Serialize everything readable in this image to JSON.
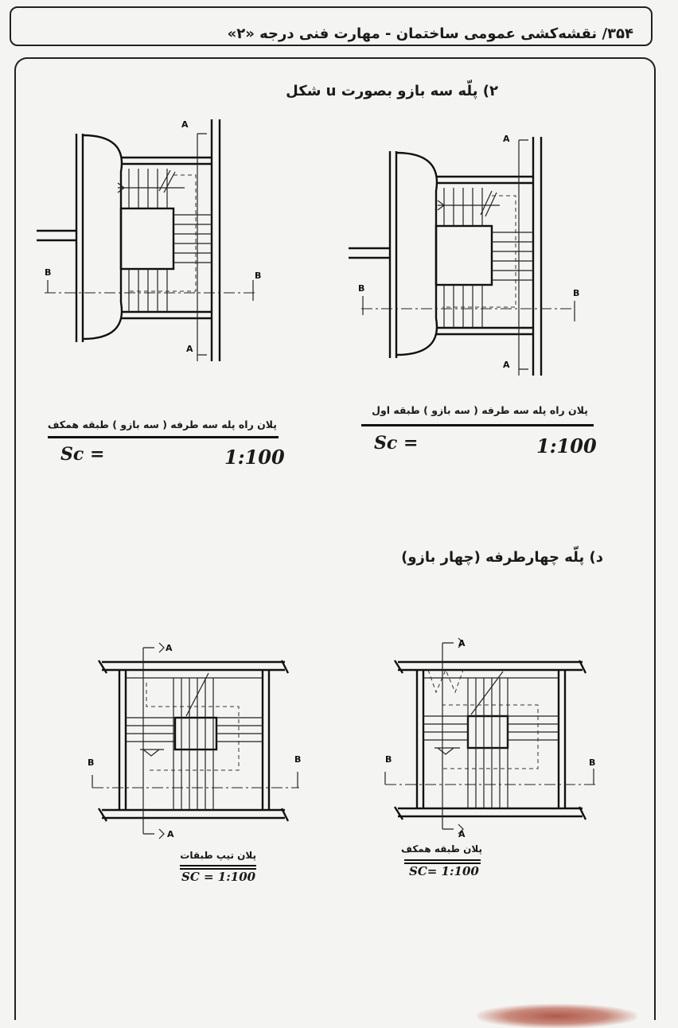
{
  "header": {
    "title": "۳۵۴/  نقشه‌کشی عمومی ساختمان - مهارت فنی درجه «۲»"
  },
  "sections": {
    "u_stair_title": "۲) پلّه سه بازو بصورت u شکل",
    "four_flight_title": "د) پلّه چهارطرفه (چهار بازو)"
  },
  "plans": {
    "typical_three_flight": {
      "caption": "پلان راه پله سه طرفه ( سه بازو ) طبقه همکف",
      "scale_label": "Sc =",
      "scale_value": "1:100"
    },
    "first_three_flight": {
      "caption": "پلان راه پله سه طرفه ( سه بازو ) طبقه اول",
      "scale_label": "Sc  =",
      "scale_value": "1:100"
    },
    "typical_floors": {
      "caption": "پلان تیپ طبقات",
      "scale": "SC = 1:100"
    },
    "ground_floor": {
      "caption": "پلان طبقه همکف",
      "scale": "SC= 1:100"
    }
  },
  "section_markers": {
    "a": "A",
    "b": "B"
  }
}
